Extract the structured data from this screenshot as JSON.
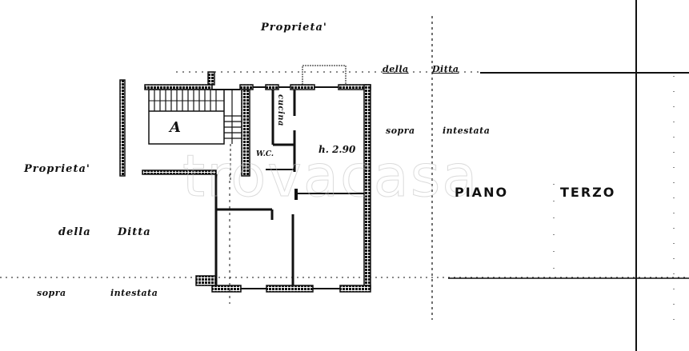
{
  "labels": {
    "top_proprieta": "Proprieta'",
    "top_della": "della",
    "top_ditta": "Ditta",
    "top_sopra": "sopra",
    "top_intestata": "intestata",
    "left_proprieta": "Proprieta'",
    "left_della": "della",
    "left_ditta": "Ditta",
    "bottom_sopra": "sopra",
    "bottom_intestata": "intestata"
  },
  "rooms": {
    "stair_label": "A",
    "kitchen": "cucina",
    "wc": "W.C.",
    "height": "h. 2.90"
  },
  "floor_title": {
    "word1": "PIANO",
    "word2": "TERZO"
  },
  "watermark": "trovacasa",
  "colors": {
    "ink": "#111111",
    "paper": "#ffffff",
    "watermark": "#bebebe"
  }
}
